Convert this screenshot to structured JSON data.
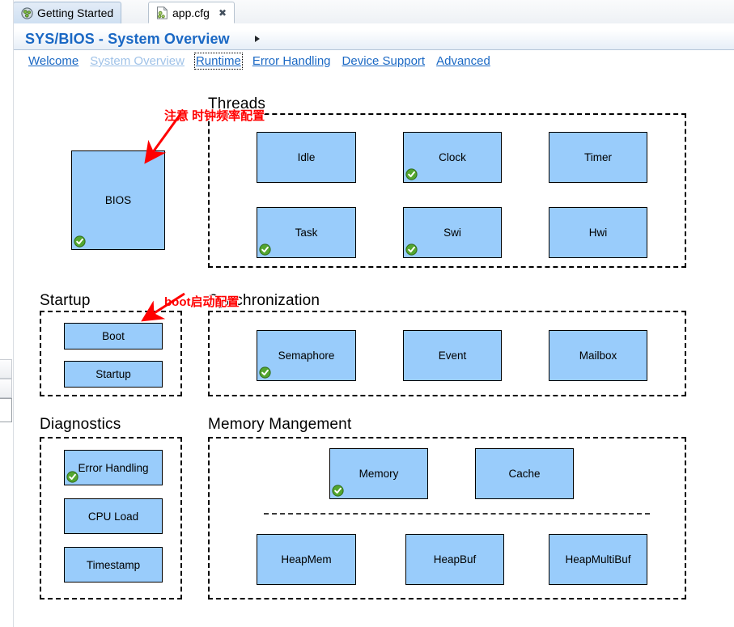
{
  "window": {
    "tabs": [
      {
        "label": "Getting Started",
        "icon": "cheat-sheet-icon",
        "active": false,
        "closable": false
      },
      {
        "label": "app.cfg",
        "icon": "config-file-icon",
        "active": true,
        "closable": true,
        "close_glyph": "✖"
      }
    ]
  },
  "header": {
    "title": "SYS/BIOS - System Overview",
    "arrow_icon": "title-arrow-icon"
  },
  "nav": {
    "links": [
      {
        "label": "Welcome",
        "state": "link"
      },
      {
        "label": "System Overview",
        "state": "disabled"
      },
      {
        "label": "Runtime",
        "state": "focused"
      },
      {
        "label": "Error Handling",
        "state": "link"
      },
      {
        "label": "Device Support",
        "state": "link"
      },
      {
        "label": "Advanced",
        "state": "link"
      }
    ]
  },
  "diagram": {
    "standalone": [
      {
        "name": "BIOS",
        "checked": true
      }
    ],
    "groups": [
      {
        "id": "threads",
        "label": "Threads",
        "nodes": [
          {
            "name": "Idle",
            "checked": false
          },
          {
            "name": "Clock",
            "checked": true
          },
          {
            "name": "Timer",
            "checked": false
          },
          {
            "name": "Task",
            "checked": true
          },
          {
            "name": "Swi",
            "checked": true
          },
          {
            "name": "Hwi",
            "checked": false
          }
        ]
      },
      {
        "id": "startup",
        "label": "Startup",
        "nodes": [
          {
            "name": "Boot",
            "checked": false
          },
          {
            "name": "Startup",
            "checked": false
          }
        ]
      },
      {
        "id": "synchronization",
        "label": "Synchronization",
        "nodes": [
          {
            "name": "Semaphore",
            "checked": true
          },
          {
            "name": "Event",
            "checked": false
          },
          {
            "name": "Mailbox",
            "checked": false
          }
        ]
      },
      {
        "id": "diagnostics",
        "label": "Diagnostics",
        "nodes": [
          {
            "name": "Error Handling",
            "checked": true
          },
          {
            "name": "CPU Load",
            "checked": false
          },
          {
            "name": "Timestamp",
            "checked": false
          }
        ]
      },
      {
        "id": "memory",
        "label": "Memory Mangement",
        "nodes": [
          {
            "name": "Memory",
            "checked": true
          },
          {
            "name": "Cache",
            "checked": false
          },
          {
            "name": "HeapMem",
            "checked": false
          },
          {
            "name": "HeapBuf",
            "checked": false
          },
          {
            "name": "HeapMultiBuf",
            "checked": false
          }
        ]
      }
    ]
  },
  "annotations": [
    {
      "id": "clock-note",
      "text": "注意 时钟频率配置",
      "color": "#ff0000"
    },
    {
      "id": "boot-note",
      "text": "boot启动配置",
      "color": "#ff0000"
    }
  ],
  "colors": {
    "node_fill": "#99ccfb",
    "node_border": "#000000",
    "link": "#1a68c4",
    "link_disabled": "#9fc2e8",
    "annotation": "#ff0000",
    "check_green": "#4a9c2d"
  }
}
